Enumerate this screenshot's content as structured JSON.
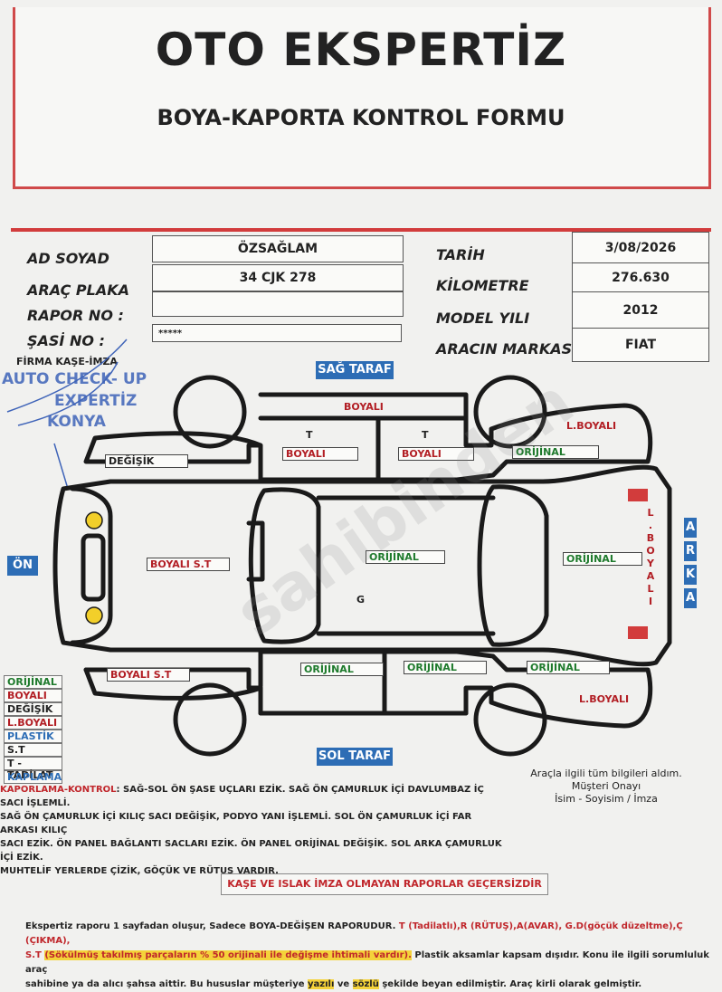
{
  "header": {
    "title": "OTO EKSPERTİZ",
    "subtitle": "BOYA-KAPORTA KONTROL FORMU"
  },
  "form": {
    "labels": {
      "name": "AD SOYAD",
      "plate": "ARAÇ PLAKA",
      "report_no": "RAPOR NO :",
      "chassis": "ŞASİ NO :",
      "date": "TARİH",
      "km": "KİLOMETRE",
      "model_year": "MODEL YILI",
      "brand": "ARACIN MARKASI"
    },
    "values": {
      "name": "ÖZSAĞLAM",
      "plate": "34 CJK 278",
      "report_no": "",
      "chassis": "*****",
      "date": "3/08/2026",
      "km": "276.630",
      "model_year": "2012",
      "brand": "FIAT"
    }
  },
  "stamp": {
    "label": "FİRMA KAŞE-İMZA",
    "line1": "AUTO CHECK- UP",
    "line2": "EXPERTİZ",
    "line3": "KONYA"
  },
  "watermark": "sahibinden",
  "sides": {
    "right": "SAĞ TARAF",
    "left": "SOL TARAF",
    "front": "ÖN",
    "rear": [
      "A",
      "R",
      "K",
      "A"
    ]
  },
  "diagram": {
    "roof_right": "BOYALI",
    "front_door_right": "BOYALI",
    "rear_door_right": "BOYALI",
    "t_mark_1": "T",
    "t_mark_2": "T",
    "front_fender_right": "DEĞİŞİK",
    "rear_fender_right": "L.BOYALI",
    "rear_quarter_right": "ORİJİNAL",
    "hood": "BOYALI S.T",
    "roof": "ORİJİNAL",
    "roof_mark": "G",
    "trunk": "ORİJİNAL",
    "rear_panel": [
      "L",
      ".",
      "B",
      "O",
      "Y",
      "A",
      "L",
      "I"
    ],
    "front_fender_left": "BOYALI S.T",
    "front_door_left": "ORİJİNAL",
    "rear_door_left": "ORİJİNAL",
    "rear_quarter_left": "ORİJİNAL",
    "rear_fender_left": "L.BOYALI"
  },
  "legend": [
    {
      "label": "ORİJİNAL",
      "color": "#1e7a2c"
    },
    {
      "label": "BOYALI",
      "color": "#b21e24"
    },
    {
      "label": "DEĞİŞİK",
      "color": "#222222"
    },
    {
      "label": "L.BOYALI",
      "color": "#b21e24"
    },
    {
      "label": "PLASTİK",
      "color": "#2d6db5"
    },
    {
      "label": "S.T",
      "color": "#222222"
    },
    {
      "label": "T - TADİLAT",
      "color": "#222222"
    },
    {
      "label": "KAPLAMA",
      "color": "#2d6db5"
    }
  ],
  "remarks": {
    "prefix": "KAPORLAMA-KONTROL",
    "line1": ": SAĞ-SOL ÖN ŞASE UÇLARI EZİK. SAĞ ÖN ÇAMURLUK İÇİ DAVLUMBAZ İÇ SACI İŞLEMLİ.",
    "line2": "SAĞ ÖN ÇAMURLUK İÇİ KILIÇ SACI DEĞİŞİK, PODYO YANI İŞLEMLİ. SOL ÖN ÇAMURLUK İÇİ FAR ARKASI KILIÇ",
    "line3": "SACI EZİK. ÖN PANEL BAĞLANTI SACLARI EZİK. ÖN PANEL ORİJİNAL DEĞİŞİK. SOL ARKA ÇAMURLUK İÇİ EZİK.",
    "line4": "MUHTELİF YERLERDE ÇİZİK, GÖÇÜK VE RÜTUŞ VARDIR."
  },
  "approval": {
    "line1": "Araçla ilgili tüm bilgileri aldım.",
    "line2": "Müşteri Onayı",
    "line3": "İsim - Soyisim / İmza"
  },
  "warning": "KAŞE VE ISLAK İMZA OLMAYAN RAPORLAR GEÇERSİZDİR",
  "footer": {
    "l1a": "Ekspertiz raporu 1 sayfadan oluşur, Sadece BOYA-DEĞİŞEN RAPORUDUR.",
    "l1b": " T (Tadilatlı),R (RÜTUŞ),A(AVAR), G.D(göçük düzeltme),Ç (ÇIKMA),",
    "l2a": "S.T",
    "l2b": "(Sökülmüş takılmış parçaların % 50 orijinali ile değişme ihtimali vardır).",
    "l2c": " Plastik aksamlar kapsam dışıdır. Konu ile ilgili sorumluluk araç",
    "l3a": "sahibine ya da alıcı şahsa aittir. Bu hususlar müşteriye ",
    "l3b": "yazılı",
    "l3c": " ve ",
    "l3d": "sözlü",
    "l3e": " şekilde beyan edilmiştir. Araç kirli olarak gelmiştir."
  }
}
